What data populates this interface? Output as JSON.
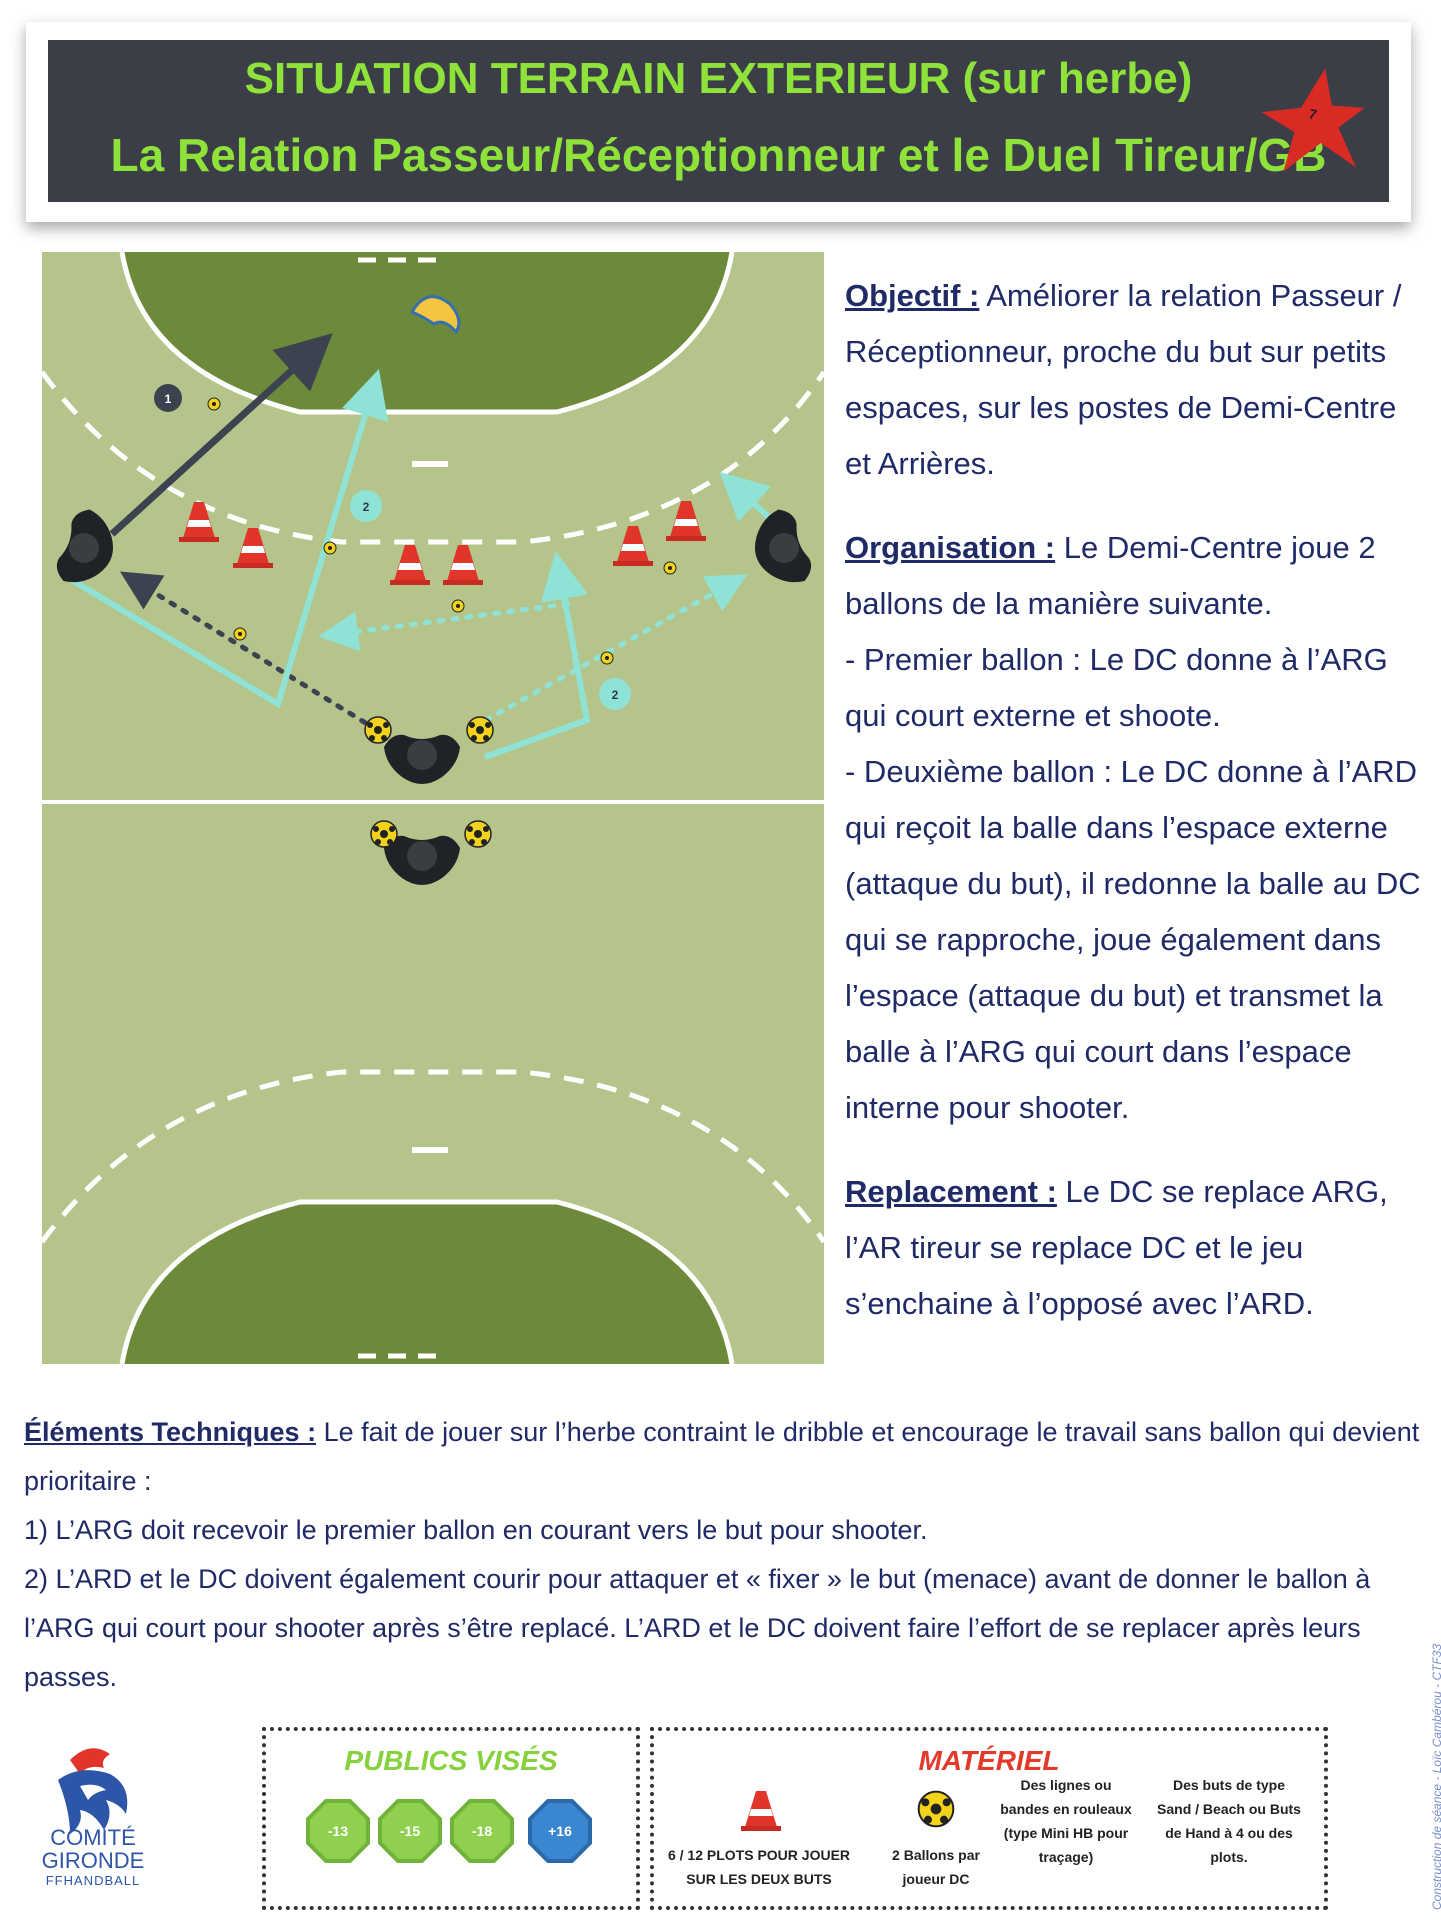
{
  "header": {
    "title_line1": "SITUATION TERRAIN EXTERIEUR (sur herbe)",
    "title_line2": "La Relation Passeur/Réceptionneur et le Duel Tireur/GB",
    "badge_number": "7",
    "band_color": "#3b3e47",
    "title_color": "#8ee23a",
    "star_color": "#d92a24"
  },
  "diagram": {
    "labels": {
      "pass1": "1",
      "pass2_top": "2",
      "pass2_bottom": "2"
    },
    "colors": {
      "court_light": "#b4c48a",
      "court_dark": "#6d8a3a",
      "pass_dark": "#3d4250",
      "run_cyan": "#8fe3d6",
      "cone": "#e1352a",
      "player": "#1f2226"
    }
  },
  "right_column": {
    "objectif": {
      "title": "Objectif :",
      "text": " Améliorer la relation Passeur / Réceptionneur, proche du but sur petits espaces, sur les postes de Demi-Centre et Arrières."
    },
    "organisation": {
      "title": "Organisation :",
      "text": " Le Demi-Centre joue 2 ballons de la manière suivante.",
      "line2": "- Premier ballon : Le DC donne à l’ARG qui court externe et shoote.",
      "line3": "- Deuxième ballon : Le DC donne à l’ARD qui reçoit la balle dans l’espace externe (attaque du but), il redonne la balle au DC qui se rapproche, joue également dans l’espace (attaque du but) et transmet la balle à l’ARG qui court dans l’espace interne pour shooter."
    },
    "replacement": {
      "title": "Replacement :",
      "text": " Le DC se replace ARG, l’AR tireur se replace DC et le jeu s’enchaine à l’opposé avec l’ARD."
    }
  },
  "technique": {
    "title": "Éléments Techniques :",
    "text": " Le fait de jouer sur l’herbe contraint le dribble et encourage le travail sans ballon qui devient prioritaire :",
    "point1": "1) L’ARG doit recevoir le premier ballon en courant vers le but pour shooter.",
    "point2": "2) L’ARD et le DC doivent également courir pour attaquer et « fixer » le but (menace) avant de donner le ballon à l’ARG qui court pour shooter après s’être replacé. L’ARD et le DC doivent faire l’effort de se replacer après leurs passes."
  },
  "credit": "Construction de séance - Loïc Cambérou - CTF33",
  "logo": {
    "line1": "COMITÉ",
    "line2": "GIRONDE",
    "line3": "FFHANDBALL"
  },
  "publics": {
    "title": "PUBLICS VISÉS",
    "ages": [
      {
        "label": "-13",
        "color": "#8fd14f"
      },
      {
        "label": "-15",
        "color": "#8fd14f"
      },
      {
        "label": "-18",
        "color": "#8fd14f"
      },
      {
        "label": "+16",
        "color": "#3a86d1"
      }
    ]
  },
  "materiel": {
    "title": "MATÉRIEL",
    "items": [
      {
        "icon": "cone-icon",
        "text": "6 / 12 PLOTS POUR JOUER SUR LES DEUX BUTS"
      },
      {
        "icon": "ball-icon",
        "text": "2 Ballons par joueur DC"
      },
      {
        "icon": "none",
        "text": "Des lignes ou bandes en rouleaux (type Mini HB pour traçage)"
      },
      {
        "icon": "none",
        "text": "Des buts de type Sand / Beach ou Buts de Hand à 4 ou des plots."
      }
    ]
  }
}
